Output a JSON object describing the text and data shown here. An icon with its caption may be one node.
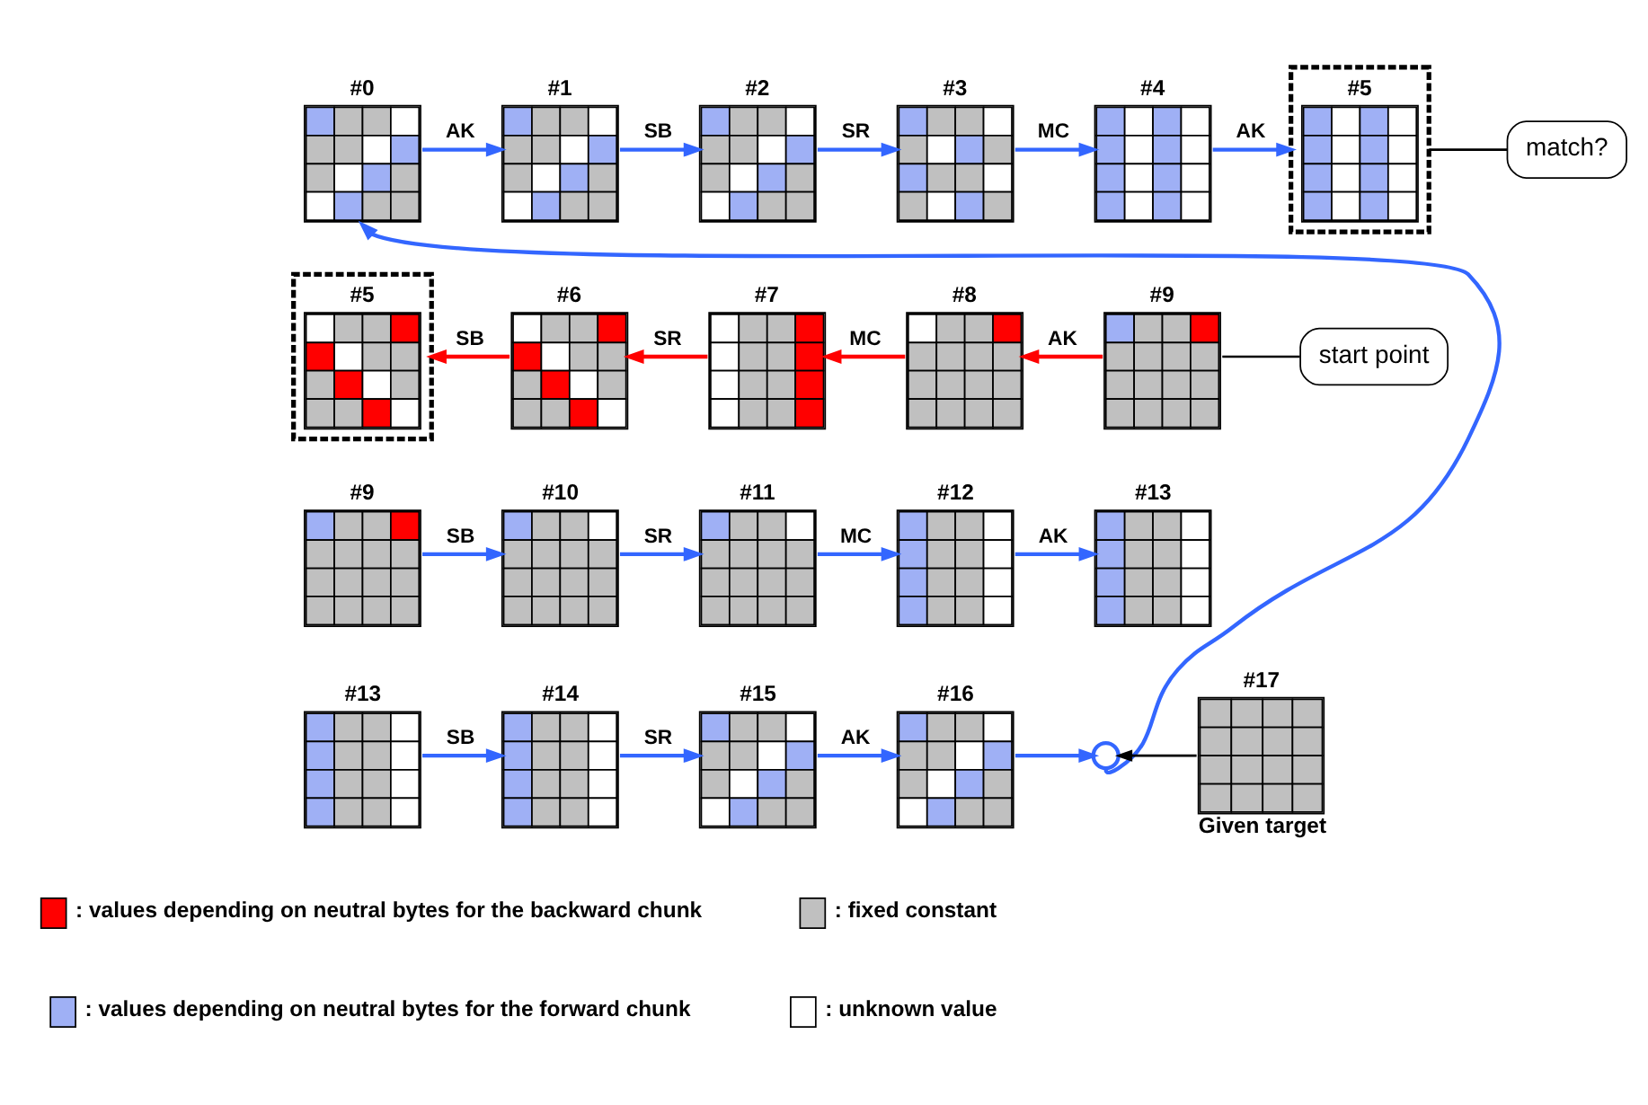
{
  "diagram": {
    "nodes": [
      {
        "text": [
          "#0"
        ]
      },
      {
        "text": [
          "#1"
        ]
      },
      {
        "text": [
          "#2"
        ]
      },
      {
        "text": [
          "#3"
        ]
      },
      {
        "text": [
          "#4"
        ]
      },
      {
        "text": [
          "#5"
        ]
      },
      {
        "text": [
          "match?"
        ]
      },
      {
        "text": [
          "#5"
        ]
      },
      {
        "text": [
          "#6"
        ]
      },
      {
        "text": [
          "#7"
        ]
      },
      {
        "text": [
          "#8"
        ]
      },
      {
        "text": [
          "#9"
        ]
      },
      {
        "text": [
          "start point"
        ]
      },
      {
        "text": [
          "#9"
        ]
      },
      {
        "text": [
          "#10"
        ]
      },
      {
        "text": [
          "#11"
        ]
      },
      {
        "text": [
          "#12"
        ]
      },
      {
        "text": [
          "#13"
        ]
      },
      {
        "text": [
          "#13"
        ]
      },
      {
        "text": [
          "#14"
        ]
      },
      {
        "text": [
          "#15"
        ]
      },
      {
        "text": [
          "#16"
        ]
      },
      {
        "text": [],
        "shape": "circle"
      },
      {
        "text": [
          "#17"
        ],
        "beside": [
          "Given target"
        ]
      }
    ],
    "edges": [
      {
        "from": 0,
        "to": 1,
        "arrow": "to",
        "label": "AK"
      },
      {
        "from": 1,
        "to": 2,
        "arrow": "to",
        "label": "SB"
      },
      {
        "from": 2,
        "to": 3,
        "arrow": "to",
        "label": "SR"
      },
      {
        "from": 3,
        "to": 4,
        "arrow": "to",
        "label": "MC"
      },
      {
        "from": 4,
        "to": 5,
        "arrow": "to",
        "label": "AK"
      },
      {
        "from": 6,
        "to": 5,
        "arrow": "none",
        "color": "#000000"
      },
      {
        "from": 11,
        "to": 10,
        "arrow": "to",
        "label": "AK",
        "color": "#ff0000"
      },
      {
        "from": 10,
        "to": 9,
        "arrow": "to",
        "label": "MC",
        "color": "#ff0000"
      },
      {
        "from": 9,
        "to": 8,
        "arrow": "to",
        "label": "SR",
        "color": "#ff0000"
      },
      {
        "from": 8,
        "to": 7,
        "arrow": "to",
        "label": "SB",
        "color": "#ff0000"
      },
      {
        "from": 12,
        "to": 11,
        "arrow": "none",
        "color": "#000000"
      },
      {
        "from": 13,
        "to": 14,
        "arrow": "to",
        "label": "SB"
      },
      {
        "from": 14,
        "to": 15,
        "arrow": "to",
        "label": "SR"
      },
      {
        "from": 15,
        "to": 16,
        "arrow": "to",
        "label": "MC"
      },
      {
        "from": 16,
        "to": 17,
        "arrow": "to",
        "label": "AK"
      },
      {
        "from": 18,
        "to": 19,
        "arrow": "to",
        "label": "SB"
      },
      {
        "from": 19,
        "to": 20,
        "arrow": "to",
        "label": "SR"
      },
      {
        "from": 20,
        "to": 21,
        "arrow": "to",
        "label": "AK"
      },
      {
        "from": 21,
        "to": 22,
        "arrow": "to"
      },
      {
        "from": 23,
        "to": 22,
        "arrow": "to",
        "color": "#000000"
      },
      {
        "from": 22,
        "to": 0,
        "arrow": "to"
      }
    ],
    "legend": [
      {
        "text": ": values depending on neutral bytes for the backward chunk",
        "color": "#ff0000"
      },
      {
        "text": ": fixed constant",
        "color": "#c0c0c0"
      },
      {
        "text": ": values depending on neutral bytes for the forward chunk",
        "color": "#9fb0f5"
      },
      {
        "text": ": unknown value",
        "color": "#ffffff"
      }
    ]
  }
}
